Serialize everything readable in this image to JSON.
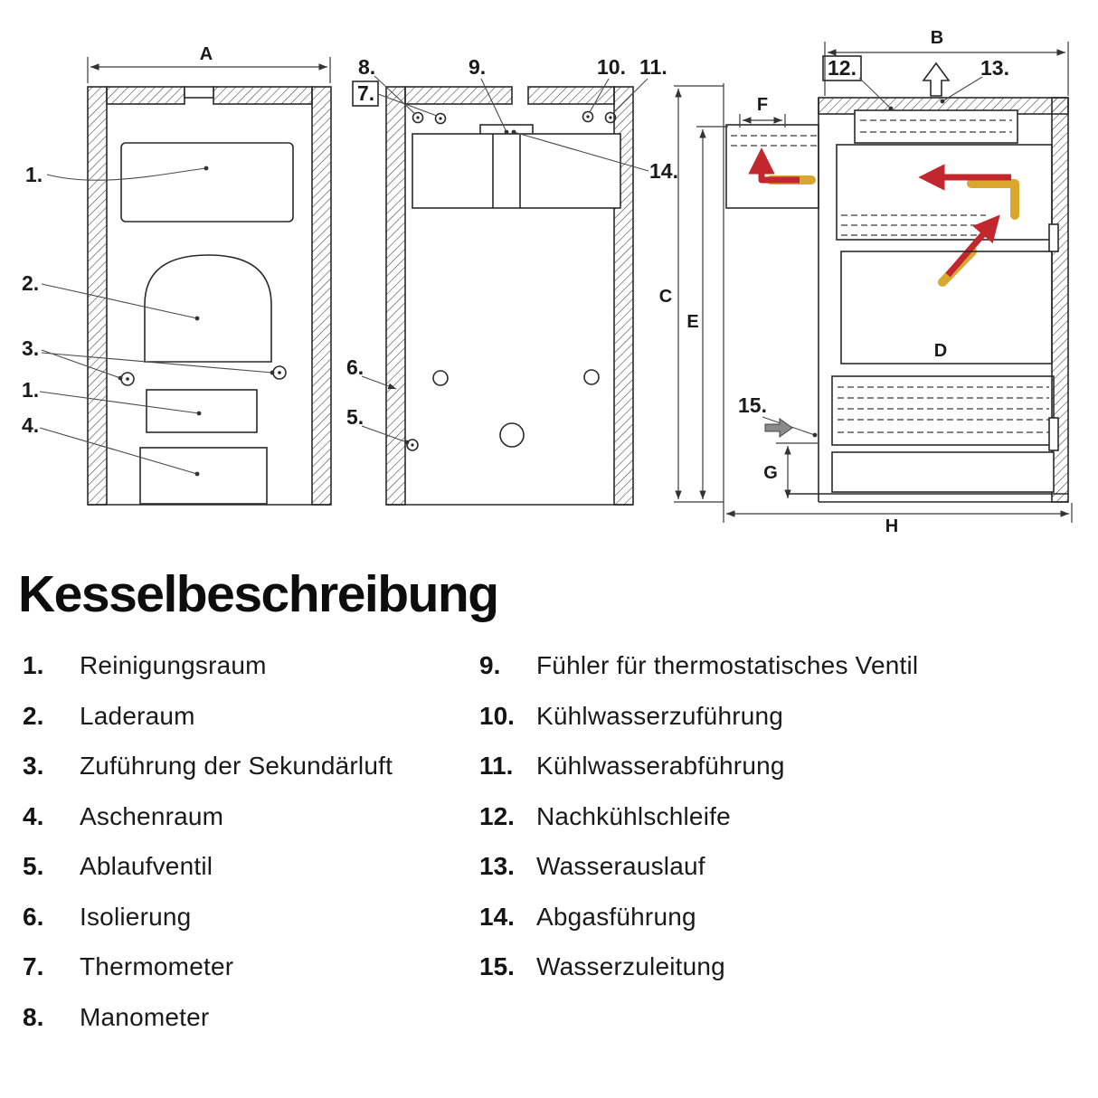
{
  "title": "Kesselbeschreibung",
  "diagram": {
    "dims": {
      "a": "A",
      "b": "B",
      "c": "C",
      "d": "D",
      "e": "E",
      "f": "F",
      "g": "G",
      "h": "H"
    },
    "callouts": {
      "n1": "1.",
      "n2": "2.",
      "n3": "3.",
      "n4": "4.",
      "n5": "5.",
      "n6": "6.",
      "n7": "7.",
      "n8": "8.",
      "n9": "9.",
      "n10": "10.",
      "n11": "11.",
      "n12": "12.",
      "n13": "13.",
      "n14": "14.",
      "n15": "15."
    },
    "colors": {
      "flow_hot": "#c1272d",
      "pipe": "#d9a72e"
    }
  },
  "legend": {
    "left": [
      {
        "num": "1.",
        "label": "Reinigungsraum"
      },
      {
        "num": "2.",
        "label": "Laderaum"
      },
      {
        "num": "3.",
        "label": "Zuführung der Sekundärluft"
      },
      {
        "num": "4.",
        "label": "Aschenraum"
      },
      {
        "num": "5.",
        "label": "Ablaufventil"
      },
      {
        "num": "6.",
        "label": "Isolierung"
      },
      {
        "num": "7.",
        "label": "Thermometer"
      },
      {
        "num": "8.",
        "label": "Manometer"
      }
    ],
    "right": [
      {
        "num": "9.",
        "label": "Fühler für thermostatisches Ventil"
      },
      {
        "num": "10.",
        "label": "Kühlwasserzuführung"
      },
      {
        "num": "11.",
        "label": "Kühlwasserabführung"
      },
      {
        "num": "12.",
        "label": "Nachkühlschleife"
      },
      {
        "num": "13.",
        "label": "Wasserauslauf"
      },
      {
        "num": "14.",
        "label": "Abgasführung"
      },
      {
        "num": "15.",
        "label": "Wasserzuleitung"
      }
    ]
  }
}
